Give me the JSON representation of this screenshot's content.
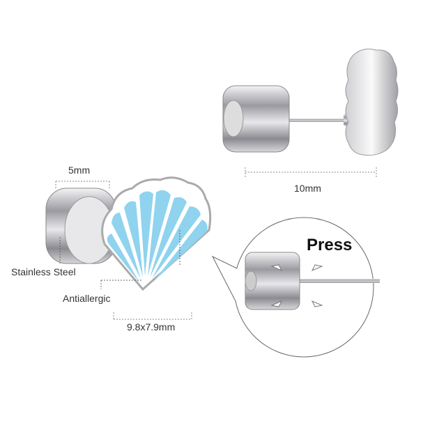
{
  "labels": {
    "cap_width": "5mm",
    "post_length": "10mm",
    "material": "Stainless Steel",
    "feature": "Antiallergic",
    "shell_size": "9.8x7.9mm",
    "callout": "Press"
  },
  "colors": {
    "enamel": "#8fd3ee",
    "steel": "#c8c8cc"
  }
}
